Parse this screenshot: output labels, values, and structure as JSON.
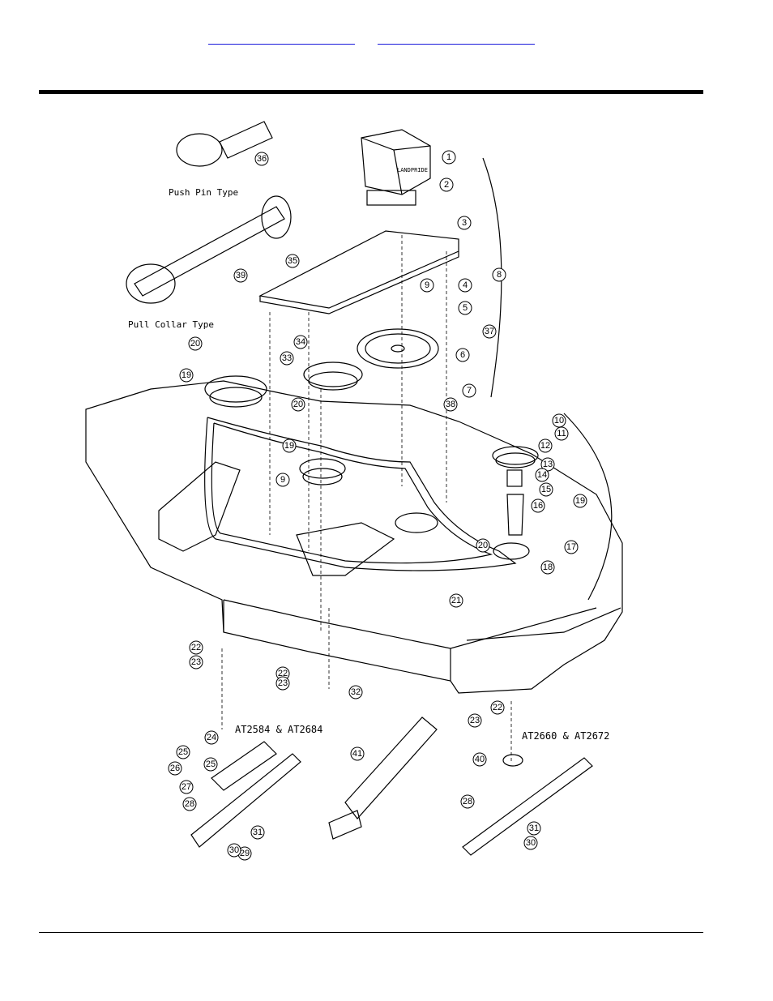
{
  "header": {
    "links": [
      "",
      ""
    ]
  },
  "diagram": {
    "labels": {
      "push_pin_type": "Push Pin Type",
      "pull_collar_type": "Pull Collar Type",
      "gearbox_brand": "LANDPRIDE",
      "model_left": "AT2584 & AT2684",
      "model_right": "AT2660 & AT2672"
    },
    "callouts": [
      {
        "n": "1"
      },
      {
        "n": "2"
      },
      {
        "n": "3"
      },
      {
        "n": "4"
      },
      {
        "n": "5"
      },
      {
        "n": "6"
      },
      {
        "n": "7"
      },
      {
        "n": "8"
      },
      {
        "n": "9"
      },
      {
        "n": "10"
      },
      {
        "n": "11"
      },
      {
        "n": "12"
      },
      {
        "n": "13"
      },
      {
        "n": "14"
      },
      {
        "n": "15"
      },
      {
        "n": "16"
      },
      {
        "n": "17"
      },
      {
        "n": "18"
      },
      {
        "n": "19"
      },
      {
        "n": "20"
      },
      {
        "n": "21"
      },
      {
        "n": "22"
      },
      {
        "n": "23"
      },
      {
        "n": "24"
      },
      {
        "n": "25"
      },
      {
        "n": "26"
      },
      {
        "n": "27"
      },
      {
        "n": "28"
      },
      {
        "n": "29"
      },
      {
        "n": "30"
      },
      {
        "n": "31"
      },
      {
        "n": "32"
      },
      {
        "n": "33"
      },
      {
        "n": "34"
      },
      {
        "n": "35"
      },
      {
        "n": "36"
      },
      {
        "n": "37"
      },
      {
        "n": "38"
      },
      {
        "n": "39"
      },
      {
        "n": "40"
      },
      {
        "n": "41"
      },
      {
        "n": "19"
      },
      {
        "n": "20"
      },
      {
        "n": "9"
      },
      {
        "n": "20"
      },
      {
        "n": "19"
      },
      {
        "n": "22"
      },
      {
        "n": "23"
      },
      {
        "n": "22"
      },
      {
        "n": "23"
      },
      {
        "n": "25"
      },
      {
        "n": "28"
      },
      {
        "n": "30"
      },
      {
        "n": "31"
      }
    ]
  }
}
